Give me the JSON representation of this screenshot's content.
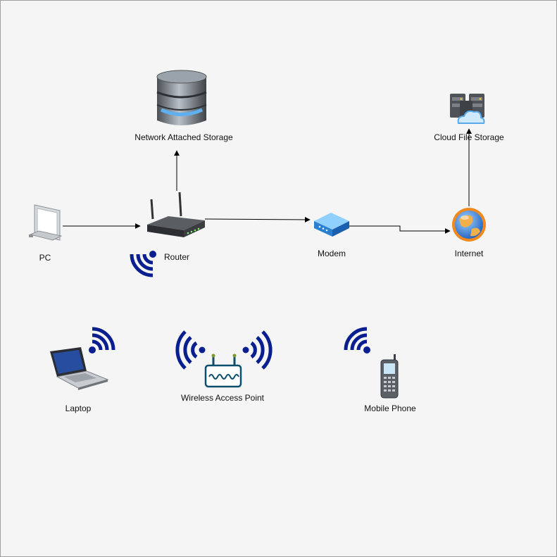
{
  "nodes": {
    "nas": {
      "label": "Network Attached Storage",
      "icon": "database-icon"
    },
    "cloud": {
      "label": "Cloud File Storage",
      "icon": "cloud-server-icon"
    },
    "pc": {
      "label": "PC",
      "icon": "desktop-computer-icon"
    },
    "router": {
      "label": "Router",
      "icon": "wireless-router-icon"
    },
    "modem": {
      "label": "Modem",
      "icon": "modem-icon"
    },
    "internet": {
      "label": "Internet",
      "icon": "globe-icon"
    },
    "laptop": {
      "label": "Laptop",
      "icon": "laptop-icon"
    },
    "wap": {
      "label": "Wireless Access Point",
      "icon": "access-point-icon"
    },
    "phone": {
      "label": "Mobile Phone",
      "icon": "mobile-phone-icon"
    }
  },
  "edges": [
    {
      "from": "pc",
      "to": "router"
    },
    {
      "from": "router",
      "to": "nas"
    },
    {
      "from": "router",
      "to": "modem"
    },
    {
      "from": "modem",
      "to": "internet"
    },
    {
      "from": "internet",
      "to": "cloud"
    }
  ],
  "colors": {
    "background": "#f5f5f5",
    "wifi": "#0a1f8f",
    "edge": "#000000"
  }
}
